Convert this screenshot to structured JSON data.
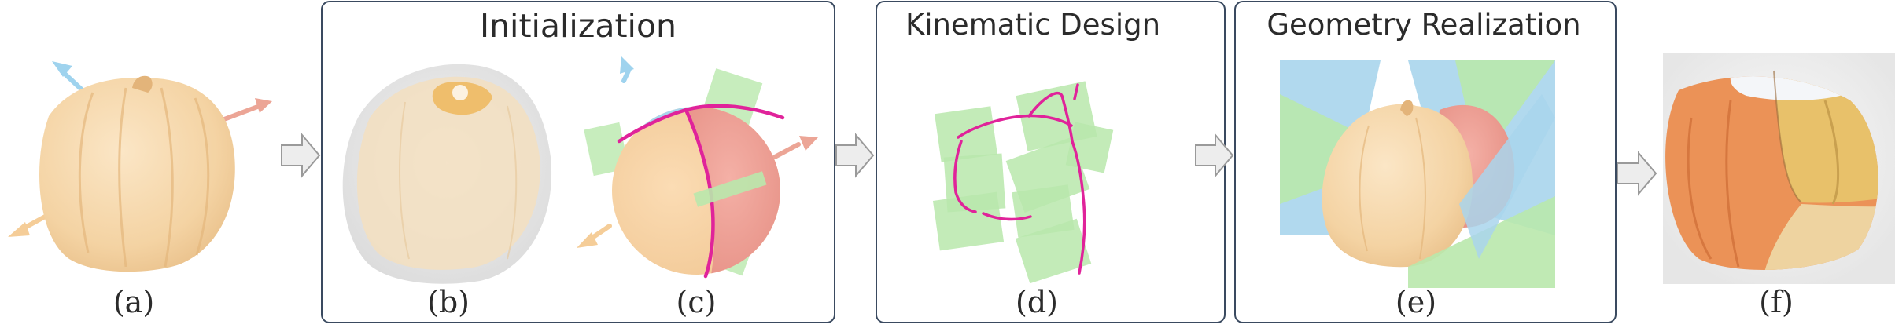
{
  "panels": {
    "initialization": {
      "title": "Initialization"
    },
    "kinematic": {
      "title": "Kinematic Design"
    },
    "geometry": {
      "title": "Geometry Realization"
    }
  },
  "labels": {
    "a": "(a)",
    "b": "(b)",
    "c": "(c)",
    "d": "(d)",
    "e": "(e)",
    "f": "(f)"
  },
  "colors": {
    "pumpkin": "#f7d9ad",
    "axis_blue": "#9fd3ee",
    "axis_red": "#eca596",
    "axis_orange": "#f5cd98",
    "region_blue": "#a9d5ec",
    "region_red": "#ee9c92",
    "plane_green": "#b9e8ac",
    "curve_magenta": "#e0239a",
    "panel_border": "#3a4a60",
    "arrow_fill": "#ededed",
    "arrow_stroke": "#9a9a9a"
  }
}
